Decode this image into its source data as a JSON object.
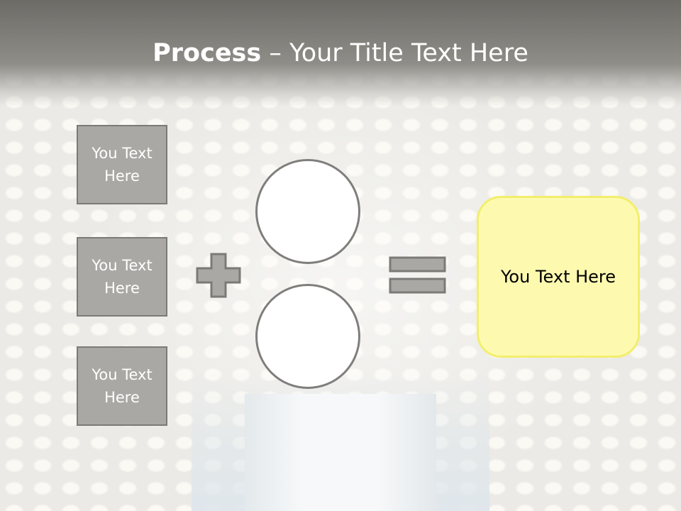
{
  "title": {
    "bold": "Process",
    "rest": " – Your Title Text Here"
  },
  "boxes": [
    {
      "label": "You Text Here"
    },
    {
      "label": "You Text Here"
    },
    {
      "label": "You Text Here"
    }
  ],
  "result": {
    "label": "You Text Here"
  },
  "icons": {
    "plus": "plus-icon",
    "equals": "equals-icon"
  },
  "colors": {
    "box_fill": "#aaa8a4",
    "box_border": "#7c7a77",
    "result_fill": "#fdfab0",
    "result_border": "#f3ee6c",
    "title_bar": "#6d6b66"
  }
}
